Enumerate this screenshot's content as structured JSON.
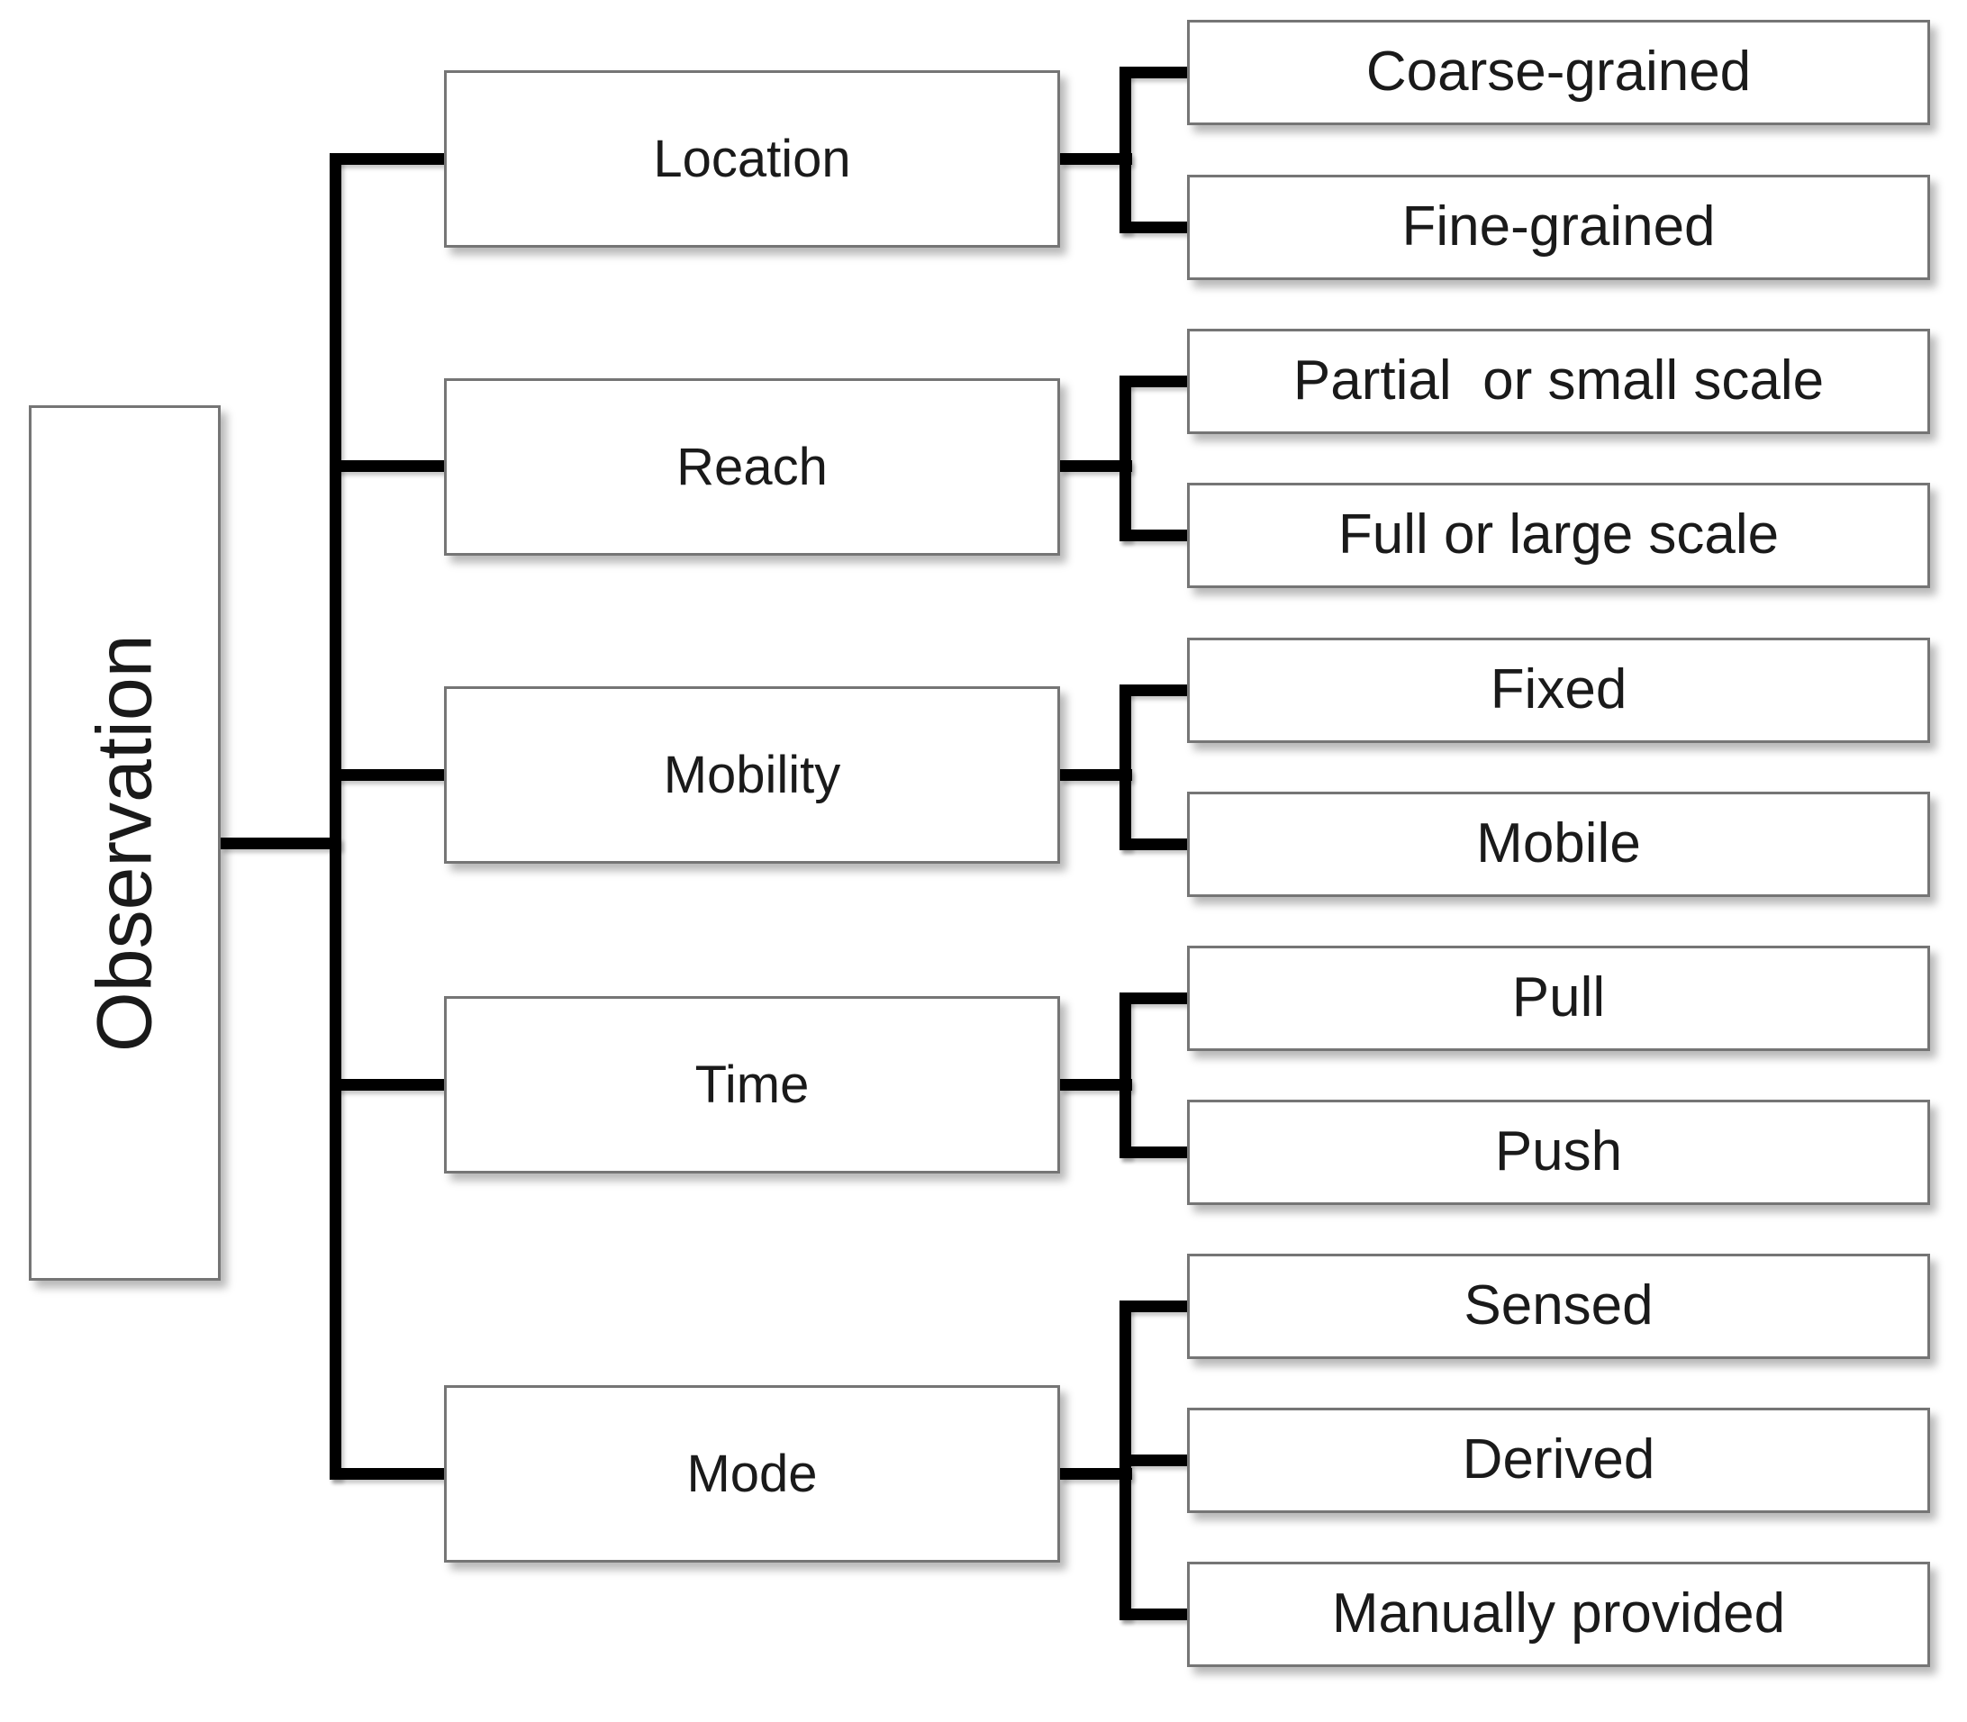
{
  "diagram": {
    "root": {
      "label": "Observation"
    },
    "categories": [
      {
        "label": "Location",
        "children": [
          "Coarse-grained",
          "Fine-grained"
        ]
      },
      {
        "label": "Reach",
        "children": [
          "Partial  or small scale",
          "Full or large scale"
        ]
      },
      {
        "label": "Mobility",
        "children": [
          "Fixed",
          "Mobile"
        ]
      },
      {
        "label": "Time",
        "children": [
          "Pull",
          "Push"
        ]
      },
      {
        "label": "Mode",
        "children": [
          "Sensed",
          "Derived",
          "Manually provided"
        ]
      }
    ],
    "colors": {
      "line": "#000000",
      "box_border": "#757575",
      "text": "#1a1a1a",
      "background": "#ffffff"
    }
  }
}
